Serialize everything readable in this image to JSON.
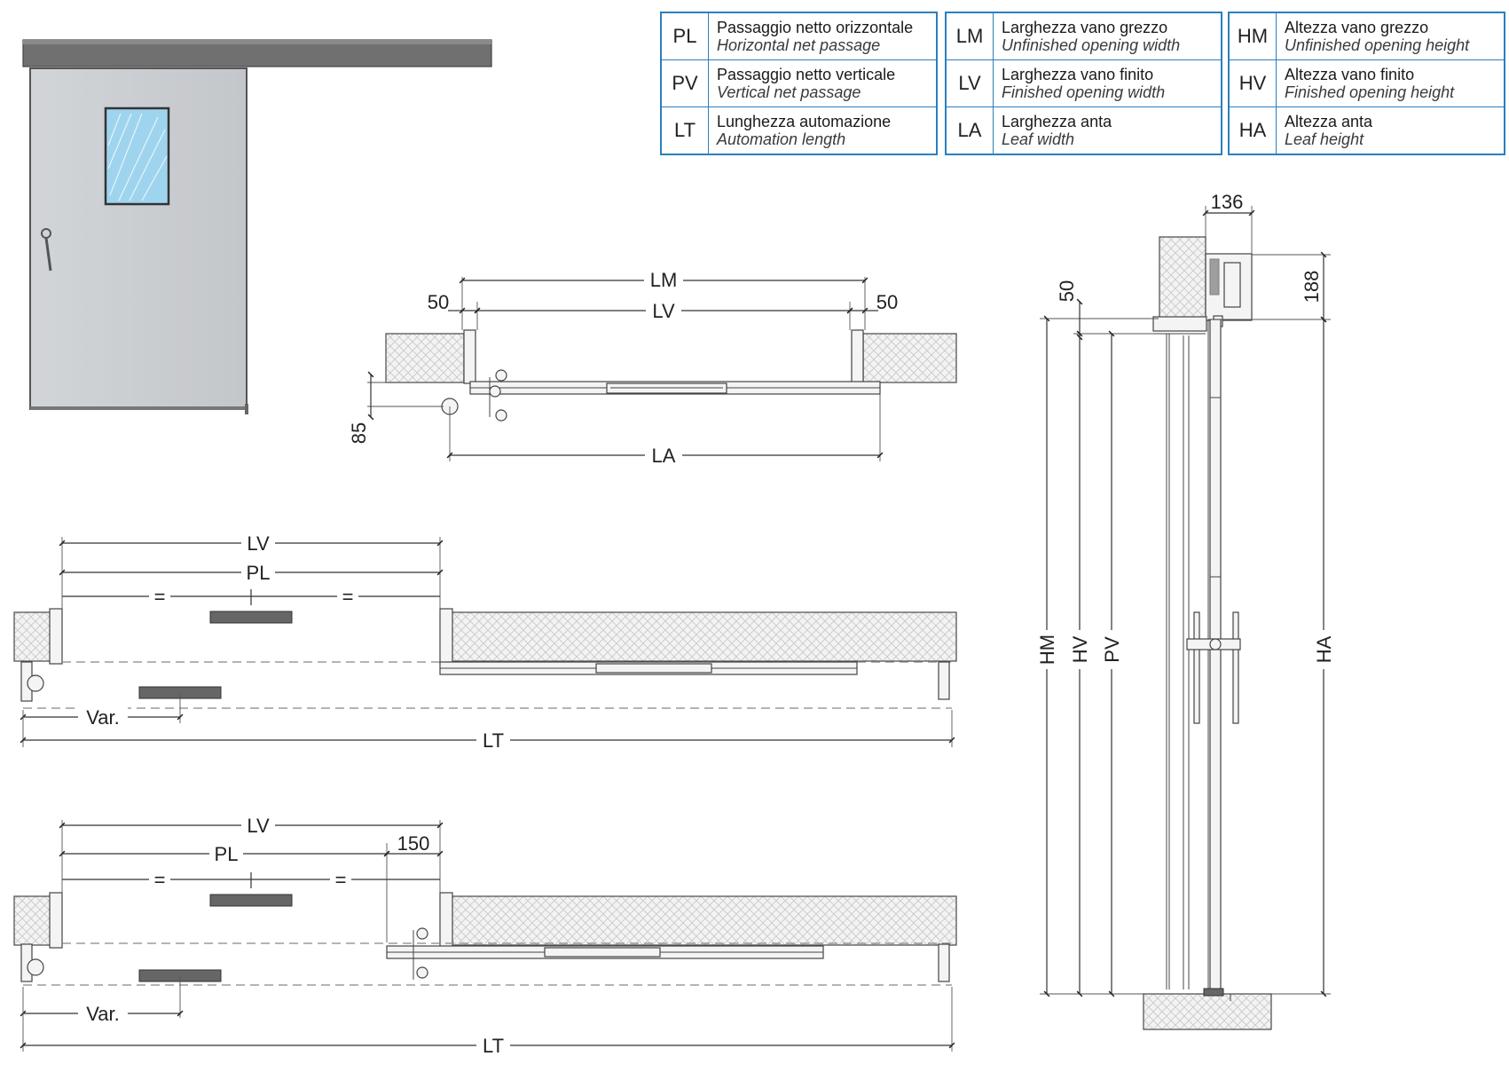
{
  "legend": {
    "col1": [
      {
        "code": "PL",
        "it": "Passaggio netto orizzontale",
        "en": "Horizontal net passage"
      },
      {
        "code": "PV",
        "it": "Passaggio netto verticale",
        "en": "Vertical net passage"
      },
      {
        "code": "LT",
        "it": "Lunghezza automazione",
        "en": "Automation length"
      }
    ],
    "col2": [
      {
        "code": "LM",
        "it": "Larghezza vano grezzo",
        "en": "Unfinished opening width"
      },
      {
        "code": "LV",
        "it": "Larghezza vano finito",
        "en": "Finished opening width"
      },
      {
        "code": "LA",
        "it": "Larghezza anta",
        "en": "Leaf width"
      }
    ],
    "col3": [
      {
        "code": "HM",
        "it": "Altezza vano grezzo",
        "en": "Unfinished opening height"
      },
      {
        "code": "HV",
        "it": "Altezza vano finito",
        "en": "Finished opening height"
      },
      {
        "code": "HA",
        "it": "Altezza anta",
        "en": "Leaf height"
      }
    ]
  },
  "plan_view": {
    "lm": "LM",
    "lv": "LV",
    "la": "LA",
    "left_50": "50",
    "right_50": "50",
    "depth_85": "85"
  },
  "closed_view": {
    "lv": "LV",
    "pl": "PL",
    "eq_left": "=",
    "eq_right": "=",
    "var": "Var.",
    "lt": "LT"
  },
  "open_view": {
    "lv": "LV",
    "pl": "PL",
    "d150": "150",
    "eq_left": "=",
    "eq_right": "=",
    "var": "Var.",
    "lt": "LT"
  },
  "section_view": {
    "d136": "136",
    "d188": "188",
    "d50": "50",
    "hm": "HM",
    "hv": "HV",
    "pv": "PV",
    "ha": "HA"
  },
  "colors": {
    "legend_border": "#2a7fbf",
    "door_panel": "#c9ccd0",
    "glass": "#9fd4ef",
    "track": "#707070"
  }
}
